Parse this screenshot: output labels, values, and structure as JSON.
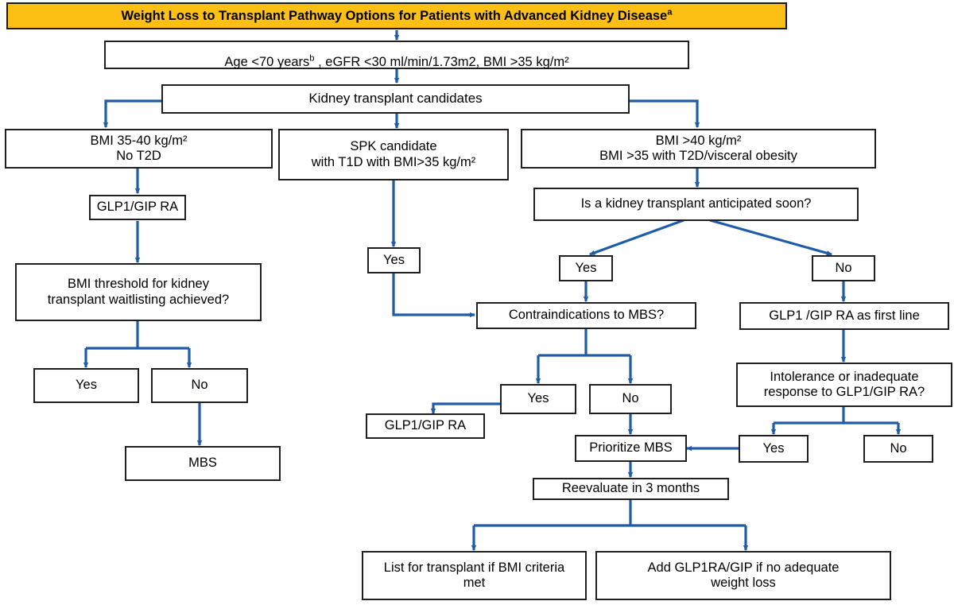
{
  "diagram": {
    "title_main": "Weight Loss to Transplant Pathway Options for Patients with Advanced Kidney Disease",
    "title_superscript": "a",
    "accent_color": "#fcc015",
    "connector_color": "#1f5ca8",
    "border_color": "#231f20",
    "background_color": "#ffffff",
    "type": "flowchart"
  },
  "nodes": {
    "criteria": {
      "line1": "Age <70 years",
      "sup1": "b",
      "line1b": " , eGFR <30 ml/min/1.73m2, BMI >35 kg/m²"
    },
    "candidates": {
      "label": "Kidney transplant candidates"
    },
    "bmi_35_40": {
      "label": "BMI 35-40 kg/m²\nNo T2D"
    },
    "spk": {
      "label": "SPK candidate\nwith T1D with BMI>35 kg/m²"
    },
    "bmi_40": {
      "label": "BMI >40 kg/m²\nBMI >35 with T2D/visceral obesity"
    },
    "glp1_left": {
      "label": "GLP1/GIP RA"
    },
    "transplant_soon": {
      "label": "Is a kidney transplant anticipated soon?"
    },
    "bmi_threshold": {
      "label": "BMI threshold for kidney\ntransplant waitlisting achieved?"
    },
    "spk_yes": {
      "label": "Yes"
    },
    "soon_yes": {
      "label": "Yes"
    },
    "soon_no": {
      "label": "No"
    },
    "threshold_yes": {
      "label": "Yes"
    },
    "threshold_no": {
      "label": "No"
    },
    "contraindications": {
      "label": "Contraindications to MBS?"
    },
    "glp1_first_line": {
      "label": "GLP1 /GIP RA as first line"
    },
    "mbs_left": {
      "label": "MBS"
    },
    "contra_yes": {
      "label": "Yes"
    },
    "contra_no": {
      "label": "No"
    },
    "intolerance": {
      "label": "Intolerance or inadequate\nresponse to GLP1/GIP RA?"
    },
    "glp1_mid": {
      "label": "GLP1/GIP RA"
    },
    "prioritize_mbs": {
      "label": "Prioritize MBS"
    },
    "intol_yes": {
      "label": "Yes"
    },
    "intol_no": {
      "label": "No"
    },
    "reevaluate": {
      "label": "Reevaluate in 3 months"
    },
    "list_transplant": {
      "label": "List for transplant if BMI criteria\nmet"
    },
    "add_glp1ra": {
      "label": "Add GLP1RA/GIP if no adequate\nweight loss"
    }
  }
}
